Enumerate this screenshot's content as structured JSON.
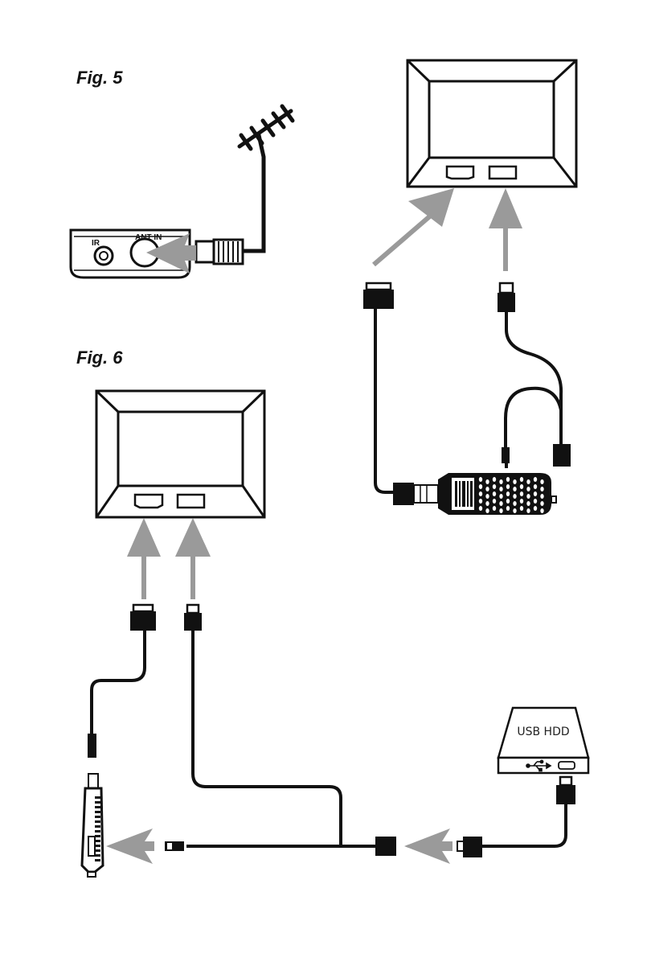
{
  "figures": {
    "fig5": {
      "label": "Fig. 5"
    },
    "fig6": {
      "label": "Fig. 6"
    }
  },
  "receiver": {
    "ir_label": "IR",
    "ant_in_label": "ANT IN"
  },
  "usb_hdd": {
    "label": "USB HDD",
    "usb_symbol_icon": "usb-symbol-icon"
  },
  "colors": {
    "line": "#111111",
    "arrow": "#9a9a9a",
    "outline": "#111111",
    "background": "#ffffff"
  }
}
